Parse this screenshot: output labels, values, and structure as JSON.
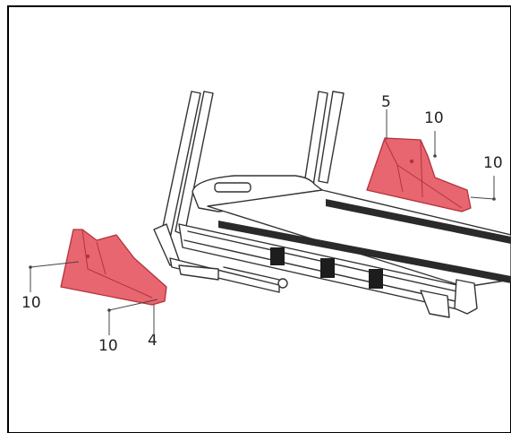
{
  "diagram": {
    "callouts": {
      "left_cap_screw_left": "10",
      "left_cap_screw_bottom": "10",
      "left_cap_part": "4",
      "right_cap_part": "5",
      "right_cap_screw_top": "10",
      "right_cap_screw_right": "10"
    },
    "parts": [
      {
        "id": "left-base-cover",
        "label_key": "left_cap_part",
        "color": "#e8666f"
      },
      {
        "id": "right-base-cover",
        "label_key": "right_cap_part",
        "color": "#e8666f"
      }
    ],
    "colors": {
      "border": "#000000",
      "line": "#222222",
      "highlight_fill": "#e8666f",
      "highlight_stroke": "#b3323c",
      "belt": "#2a2a2a"
    }
  }
}
